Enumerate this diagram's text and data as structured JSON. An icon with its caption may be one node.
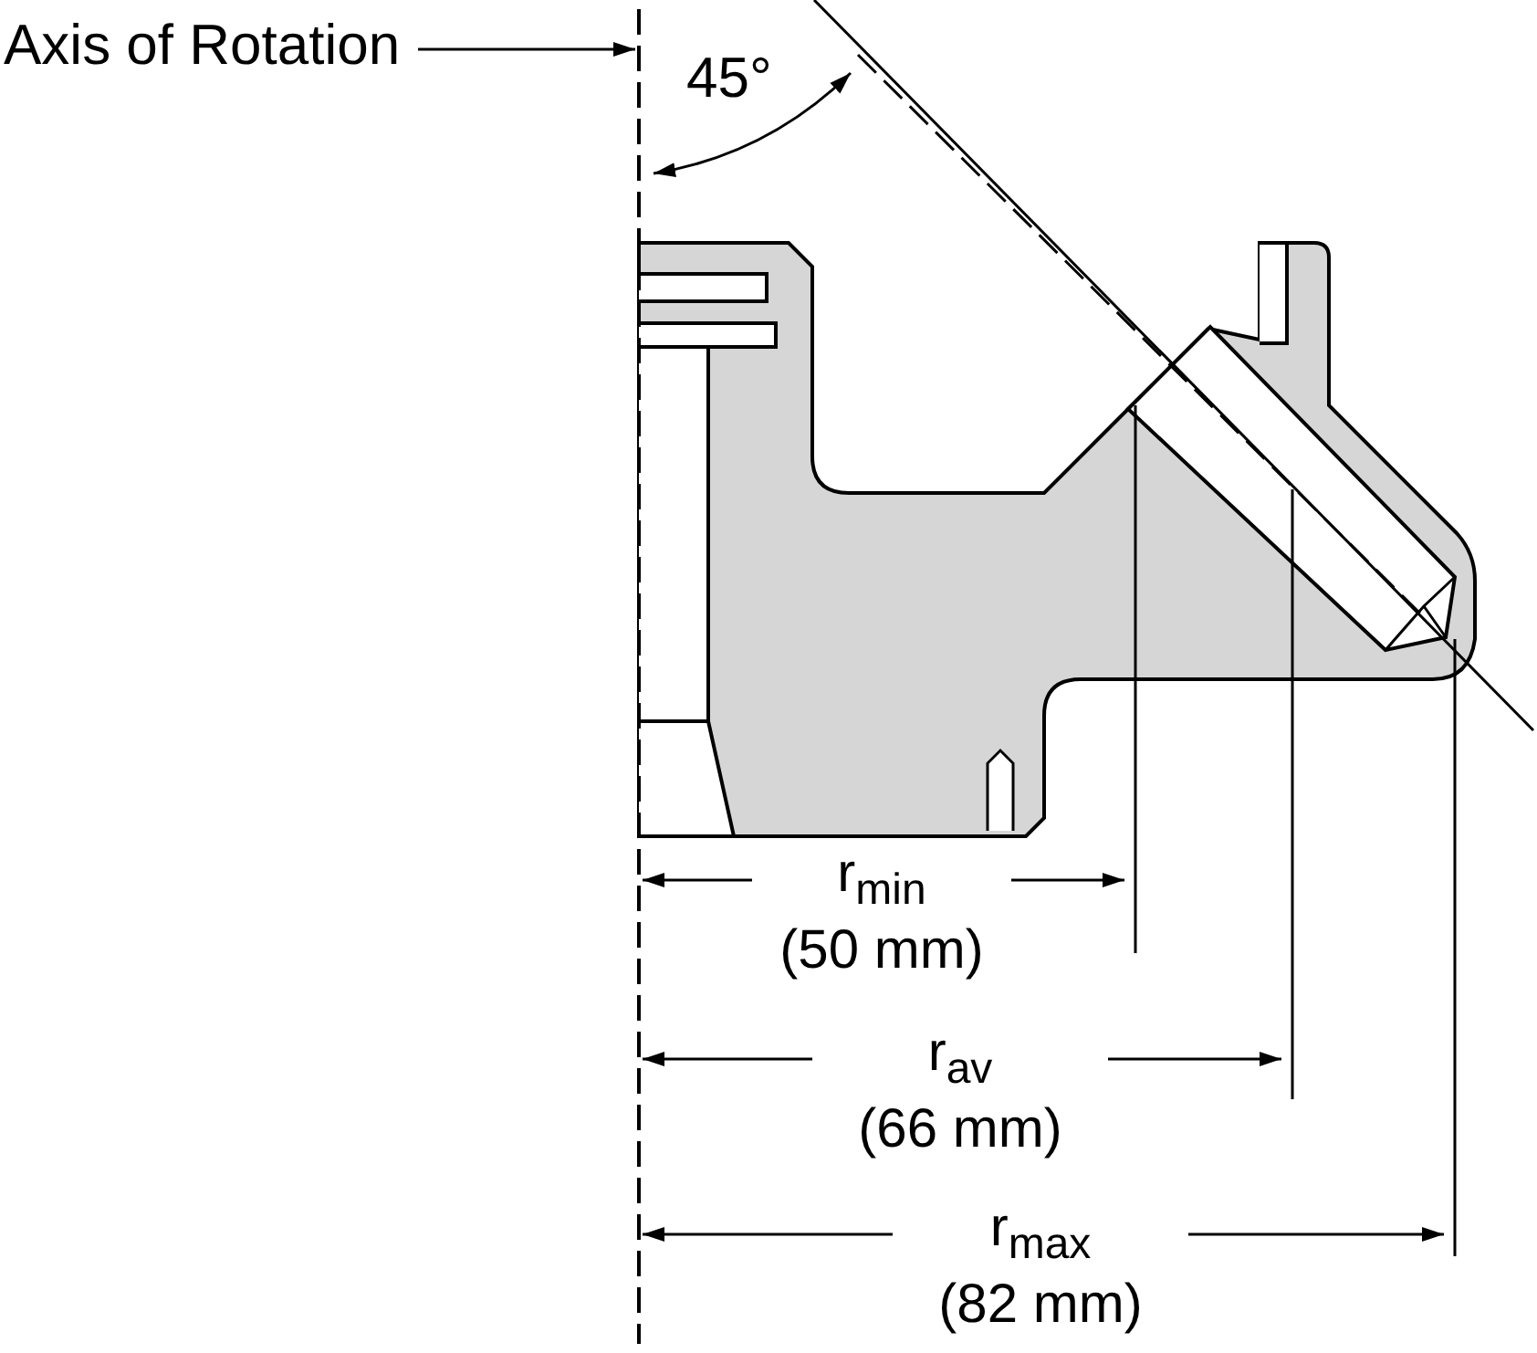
{
  "diagram": {
    "nodes": [
      {
        "text": [
          "Axis of Rotation"
        ]
      },
      {
        "text": [],
        "shape": "line"
      }
    ],
    "edges": [
      {
        "from": 0,
        "to": 1,
        "arrow": "to"
      }
    ],
    "labels": [
      "45°",
      "r$_{min}$ (50 mm)",
      "r$_{av}$ (66 mm)",
      "r$_{max}$ (82 mm)"
    ]
  }
}
